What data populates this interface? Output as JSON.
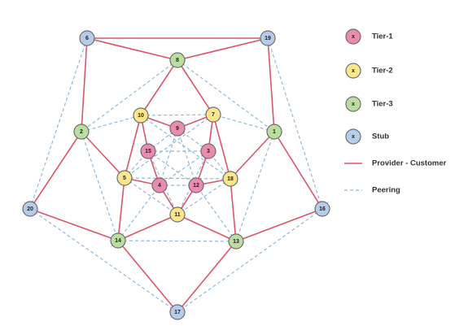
{
  "colors": {
    "tier1": "#e98cb0",
    "tier2": "#fbe68c",
    "tier3": "#b9dea0",
    "stub": "#b5cdea",
    "provider_customer": "#d9566b",
    "peering": "#8fb9dc"
  },
  "legend": {
    "items": [
      {
        "key": "tier1",
        "marker": "x",
        "label": "Tier-1",
        "style": "node"
      },
      {
        "key": "tier2",
        "marker": "x",
        "label": "Tier-2",
        "style": "node"
      },
      {
        "key": "tier3",
        "marker": "x",
        "label": "Tier-3",
        "style": "node"
      },
      {
        "key": "stub",
        "marker": "x",
        "label": "Stub",
        "style": "node"
      },
      {
        "key": "provider_customer",
        "marker": "",
        "label": "Provider - Customer",
        "style": "solid"
      },
      {
        "key": "peering",
        "marker": "",
        "label": "Peering",
        "style": "dashed"
      }
    ]
  },
  "nodes": [
    {
      "id": "6",
      "tier": "stub"
    },
    {
      "id": "19",
      "tier": "stub"
    },
    {
      "id": "20",
      "tier": "stub"
    },
    {
      "id": "16",
      "tier": "stub"
    },
    {
      "id": "17",
      "tier": "stub"
    },
    {
      "id": "8",
      "tier": "tier3"
    },
    {
      "id": "2",
      "tier": "tier3"
    },
    {
      "id": "1",
      "tier": "tier3"
    },
    {
      "id": "14",
      "tier": "tier3"
    },
    {
      "id": "13",
      "tier": "tier3"
    },
    {
      "id": "10",
      "tier": "tier2"
    },
    {
      "id": "7",
      "tier": "tier2"
    },
    {
      "id": "5",
      "tier": "tier2"
    },
    {
      "id": "18",
      "tier": "tier2"
    },
    {
      "id": "11",
      "tier": "tier2"
    },
    {
      "id": "9",
      "tier": "tier1"
    },
    {
      "id": "15",
      "tier": "tier1"
    },
    {
      "id": "3",
      "tier": "tier1"
    },
    {
      "id": "4",
      "tier": "tier1"
    },
    {
      "id": "12",
      "tier": "tier1"
    }
  ],
  "edges_provider_customer": [
    [
      "6",
      "19"
    ],
    [
      "6",
      "2"
    ],
    [
      "19",
      "1"
    ],
    [
      "2",
      "20"
    ],
    [
      "1",
      "16"
    ],
    [
      "20",
      "14"
    ],
    [
      "16",
      "13"
    ],
    [
      "14",
      "17"
    ],
    [
      "13",
      "17"
    ],
    [
      "6",
      "8"
    ],
    [
      "19",
      "8"
    ],
    [
      "8",
      "10"
    ],
    [
      "8",
      "7"
    ],
    [
      "2",
      "5"
    ],
    [
      "1",
      "18"
    ],
    [
      "14",
      "5"
    ],
    [
      "13",
      "18"
    ],
    [
      "14",
      "11"
    ],
    [
      "13",
      "11"
    ],
    [
      "10",
      "5"
    ],
    [
      "7",
      "18"
    ],
    [
      "9",
      "10"
    ],
    [
      "9",
      "7"
    ],
    [
      "15",
      "10"
    ],
    [
      "3",
      "7"
    ],
    [
      "15",
      "4"
    ],
    [
      "4",
      "5"
    ],
    [
      "3",
      "12"
    ],
    [
      "12",
      "18"
    ],
    [
      "4",
      "11"
    ],
    [
      "12",
      "11"
    ]
  ],
  "edges_peering": [
    [
      "6",
      "20"
    ],
    [
      "19",
      "16"
    ],
    [
      "20",
      "17"
    ],
    [
      "16",
      "17"
    ],
    [
      "6",
      "8"
    ],
    [
      "19",
      "8"
    ],
    [
      "8",
      "2"
    ],
    [
      "8",
      "1"
    ],
    [
      "2",
      "14"
    ],
    [
      "1",
      "13"
    ],
    [
      "14",
      "13"
    ],
    [
      "2",
      "10"
    ],
    [
      "1",
      "7"
    ],
    [
      "14",
      "4"
    ],
    [
      "13",
      "12"
    ],
    [
      "10",
      "7"
    ],
    [
      "10",
      "15"
    ],
    [
      "7",
      "3"
    ],
    [
      "5",
      "15"
    ],
    [
      "18",
      "3"
    ],
    [
      "5",
      "11"
    ],
    [
      "18",
      "11"
    ],
    [
      "15",
      "3"
    ],
    [
      "9",
      "15"
    ],
    [
      "9",
      "3"
    ],
    [
      "9",
      "4"
    ],
    [
      "9",
      "12"
    ],
    [
      "4",
      "12"
    ],
    [
      "15",
      "12"
    ],
    [
      "3",
      "4"
    ],
    [
      "15",
      "11"
    ],
    [
      "3",
      "11"
    ],
    [
      "10",
      "18"
    ],
    [
      "7",
      "5"
    ],
    [
      "5",
      "18"
    ]
  ]
}
